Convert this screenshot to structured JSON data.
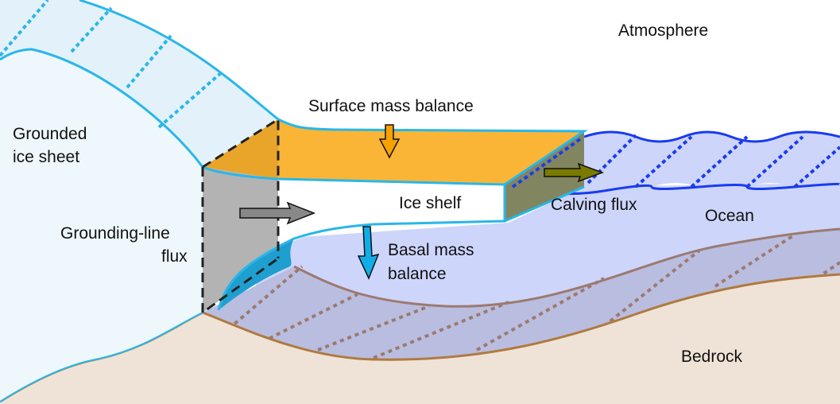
{
  "labels": {
    "atmosphere": "Atmosphere",
    "grounded_1": "Grounded",
    "grounded_2": "ice sheet",
    "surface_mass_balance": "Surface mass balance",
    "ice_shelf": "Ice shelf",
    "calving_flux": "Calving flux",
    "ocean": "Ocean",
    "grounding_line_1": "Grounding-line",
    "grounding_line_2": "flux",
    "basal_1": "Basal mass",
    "basal_2": "balance",
    "bedrock": "Bedrock"
  },
  "colors": {
    "ice": "#eef7fc",
    "ice_line": "#29b6e8",
    "shelf_top": "#fbb536",
    "ocean": "#cdd5fb",
    "sediment": "#b9bde0",
    "bedrock": "#efe3d8",
    "bedrock_line": "#b07a3f",
    "wave": "#1a3cf0",
    "block": "#b3b3b3",
    "calving_face": "#828660"
  }
}
